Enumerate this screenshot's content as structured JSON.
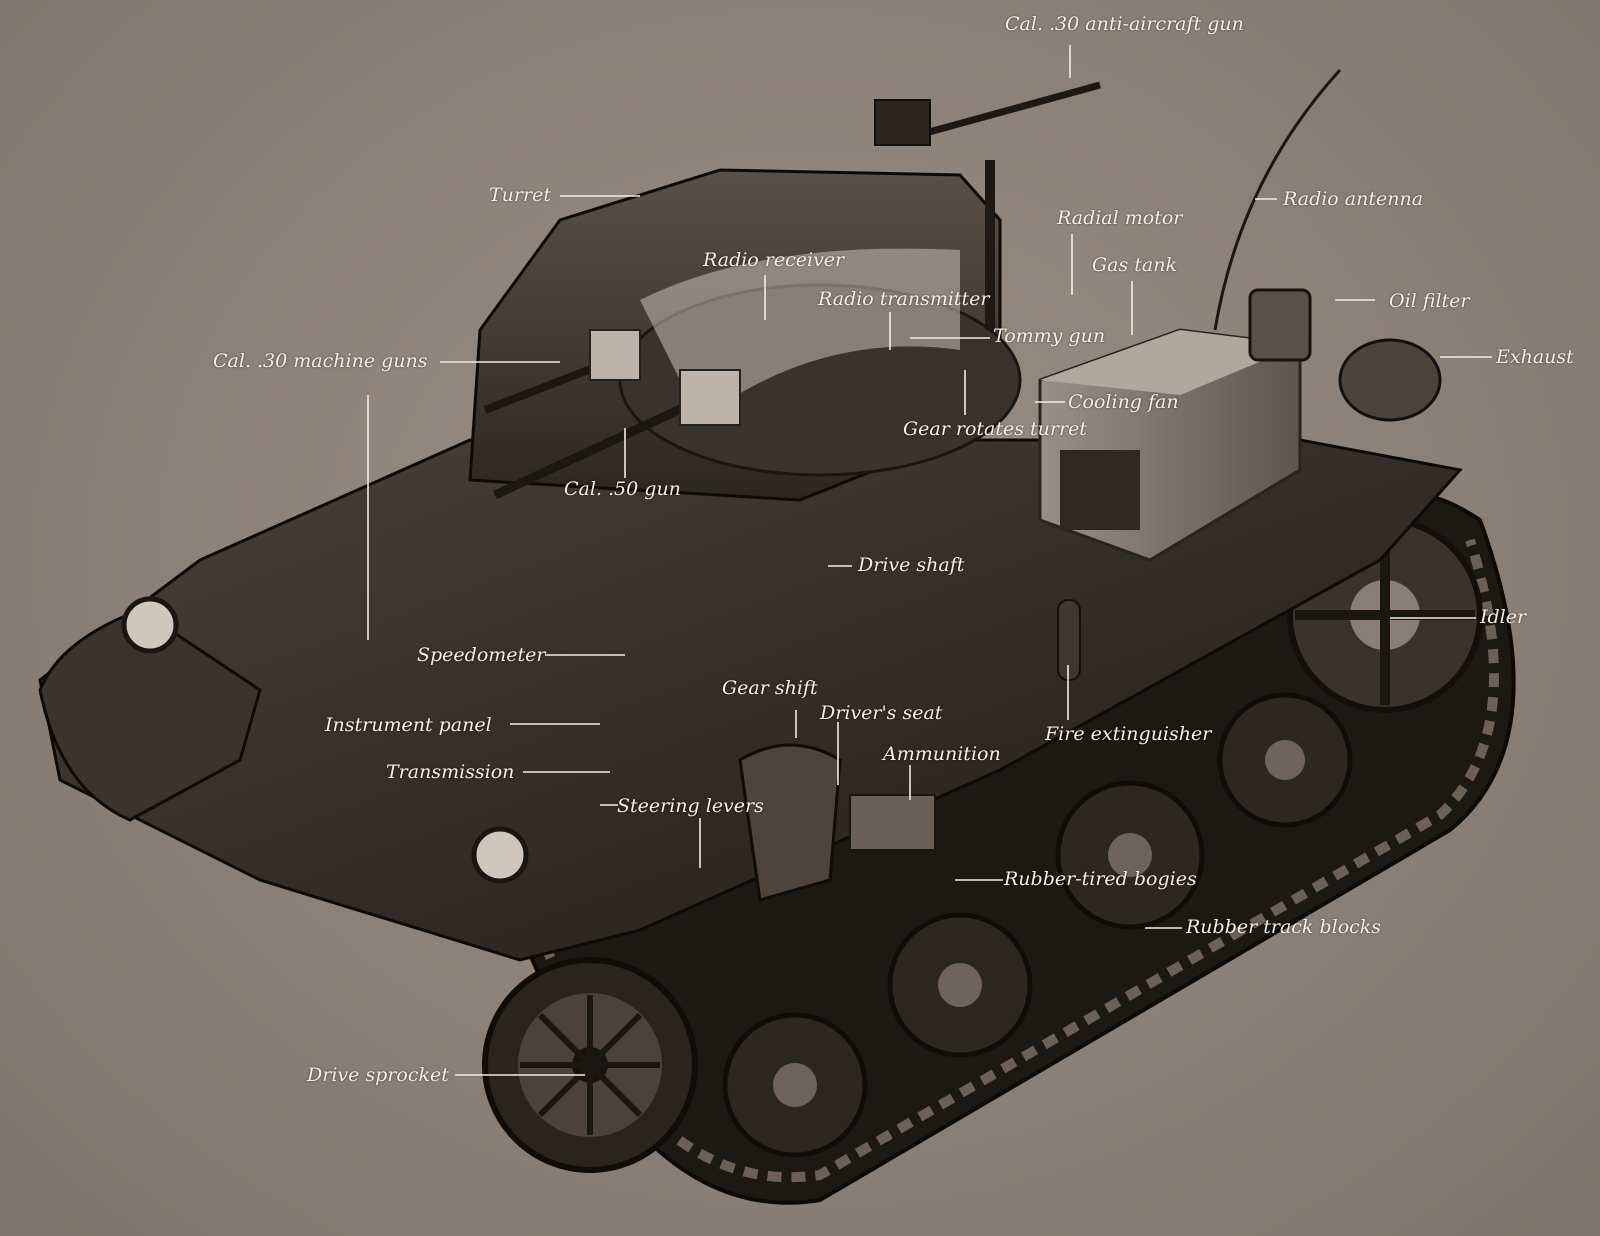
{
  "labels": {
    "aa_gun": "Cal. .30 anti-aircraft gun",
    "turret": "Turret",
    "radio_antenna": "Radio antenna",
    "radial_motor": "Radial motor",
    "radio_receiver": "Radio receiver",
    "gas_tank": "Gas tank",
    "oil_filter": "Oil filter",
    "radio_transmitter": "Radio transmitter",
    "tommy_gun": "Tommy gun",
    "machine_guns": "Cal. .30 machine guns",
    "exhaust": "Exhaust",
    "cooling_fan": "Cooling fan",
    "gear_rotates_turret": "Gear rotates turret",
    "cal50_gun": "Cal. .50 gun",
    "drive_shaft": "Drive shaft",
    "idler": "Idler",
    "speedometer": "Speedometer",
    "gear_shift": "Gear shift",
    "drivers_seat": "Driver's seat",
    "instrument_panel": "Instrument panel",
    "fire_extinguisher": "Fire extinguisher",
    "ammunition": "Ammunition",
    "transmission": "Transmission",
    "steering_levers": "Steering levers",
    "rubber_tired_bogies": "Rubber-tired bogies",
    "rubber_track_blocks": "Rubber track blocks",
    "drive_sprocket": "Drive sprocket"
  },
  "colors": {
    "background": "#8e8379",
    "label_text": "#f4efe6",
    "hull_dark": "#2b2520"
  }
}
